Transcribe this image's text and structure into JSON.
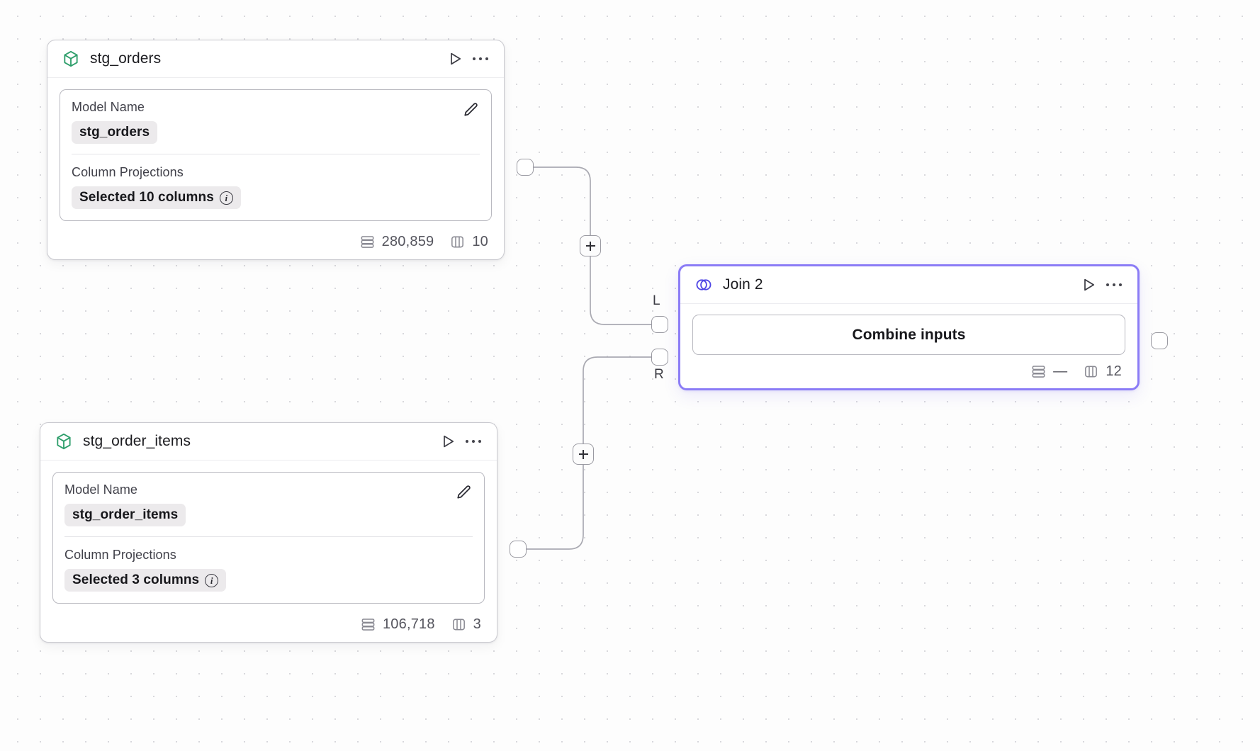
{
  "canvas": {
    "background_color": "#fdfdfd",
    "dot_color": "#d8d8dc",
    "accent_color": "#8b7cf6",
    "model_icon_color": "#2e9e6b",
    "join_icon_color": "#4f46e5"
  },
  "nodes": [
    {
      "id": "stg_orders",
      "type": "model",
      "icon": "cube-icon",
      "title": "stg_orders",
      "run_label": "Run",
      "menu_label": "More options",
      "edit_label": "Edit",
      "fields": [
        {
          "label": "Model Name",
          "value": "stg_orders",
          "has_info": false
        },
        {
          "label": "Column Projections",
          "value": "Selected 10 columns",
          "has_info": true
        }
      ],
      "footer": {
        "rows_icon": "rows-icon",
        "rows": "280,859",
        "columns_icon": "columns-icon",
        "columns": "10"
      }
    },
    {
      "id": "stg_order_items",
      "type": "model",
      "icon": "cube-icon",
      "title": "stg_order_items",
      "run_label": "Run",
      "menu_label": "More options",
      "edit_label": "Edit",
      "fields": [
        {
          "label": "Model Name",
          "value": "stg_order_items",
          "has_info": false
        },
        {
          "label": "Column Projections",
          "value": "Selected 3 columns",
          "has_info": true
        }
      ],
      "footer": {
        "rows_icon": "rows-icon",
        "rows": "106,718",
        "columns_icon": "columns-icon",
        "columns": "3"
      }
    },
    {
      "id": "join_2",
      "type": "join",
      "icon": "venn-icon",
      "title": "Join 2",
      "selected": true,
      "run_label": "Run",
      "menu_label": "More options",
      "body_label": "Combine inputs",
      "input_ports": [
        {
          "id": "left",
          "label": "L"
        },
        {
          "id": "right",
          "label": "R"
        }
      ],
      "footer": {
        "rows_icon": "rows-icon",
        "rows": "—",
        "columns_icon": "columns-icon",
        "columns": "12"
      }
    }
  ],
  "edges": [
    {
      "id": "edge-orders-to-join-left",
      "from": "stg_orders",
      "to": "join_2",
      "to_port": "L",
      "add_label": "+"
    },
    {
      "id": "edge-order-items-to-join-right",
      "from": "stg_order_items",
      "to": "join_2",
      "to_port": "R",
      "add_label": "+"
    }
  ]
}
